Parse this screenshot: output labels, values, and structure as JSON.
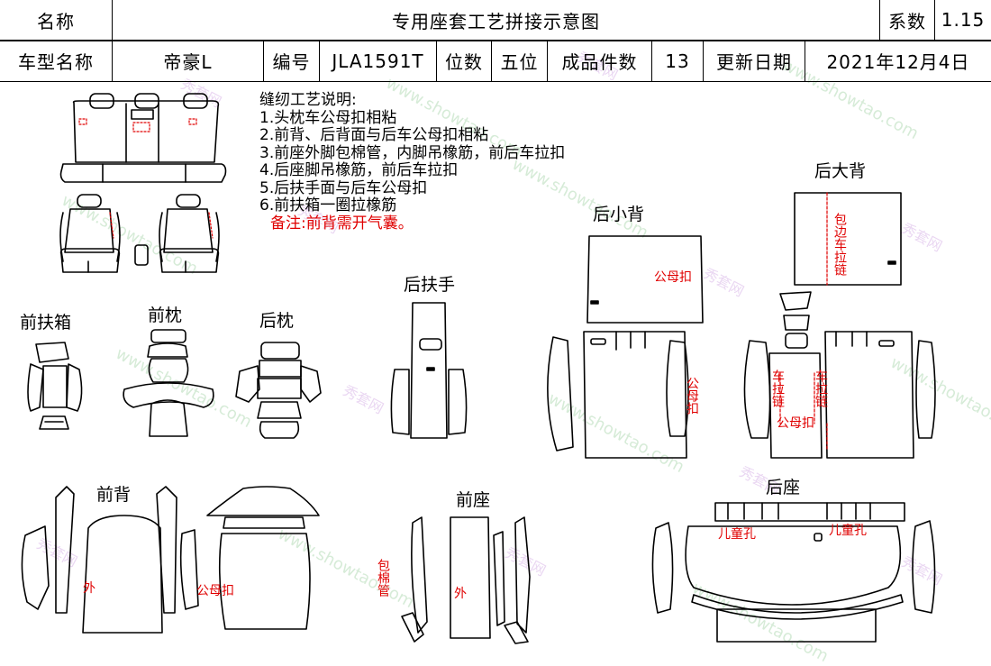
{
  "header": {
    "name_label": "名称",
    "title": "专用座套工艺拼接示意图",
    "coef_label": "系数",
    "coef_value": "1.15",
    "model_label": "车型名称",
    "model_value": "帝豪L",
    "code_label": "编号",
    "code_value": "JLA1591T",
    "seats_label": "位数",
    "seats_value": "五位",
    "pieces_label": "成品件数",
    "pieces_value": "13",
    "date_label": "更新日期",
    "date_value": "2021年12月4日"
  },
  "notes": {
    "title": "缝纫工艺说明:",
    "items": [
      "1.头枕车公母扣相粘",
      "2.前背、后背面与后车公母扣相粘",
      "3.前座外脚包棉管，内脚吊橡筋，前后车拉扣",
      "4.后座脚吊橡筋，前后车拉扣",
      "5.后扶手面与后车公母扣",
      "6.前扶箱一圈拉橡筋"
    ],
    "remark": "备注:前背需开气囊。"
  },
  "parts": {
    "front_armrest_box": "前扶箱",
    "front_headrest": "前枕",
    "rear_headrest": "后枕",
    "rear_armrest": "后扶手",
    "rear_small_back": "后小背",
    "rear_large_back": "后大背",
    "front_back": "前背",
    "front_seat": "前座",
    "rear_seat": "后座"
  },
  "annotations": {
    "snap_rear_small": "公母扣",
    "snap_rear_small_side": "公母扣",
    "wrap_zip": "包边车拉链",
    "zip_left": "车拉链",
    "zip_right": "车拉链",
    "snap_rear_large": "公母扣",
    "outer_front_back": "外",
    "snap_front_back": "公母扣",
    "cotton_tube": "包棉管",
    "outer_front_seat": "外",
    "child_hole_left": "儿童孔",
    "child_hole_right": "儿童孔"
  },
  "watermark": {
    "text_cn": "秀套网",
    "text_en": "www.showtao.com"
  },
  "colors": {
    "line": "#000000",
    "annotation": "#e00000",
    "watermark_cn": "#d9b7e8",
    "watermark_en": "#b5dcb8"
  }
}
